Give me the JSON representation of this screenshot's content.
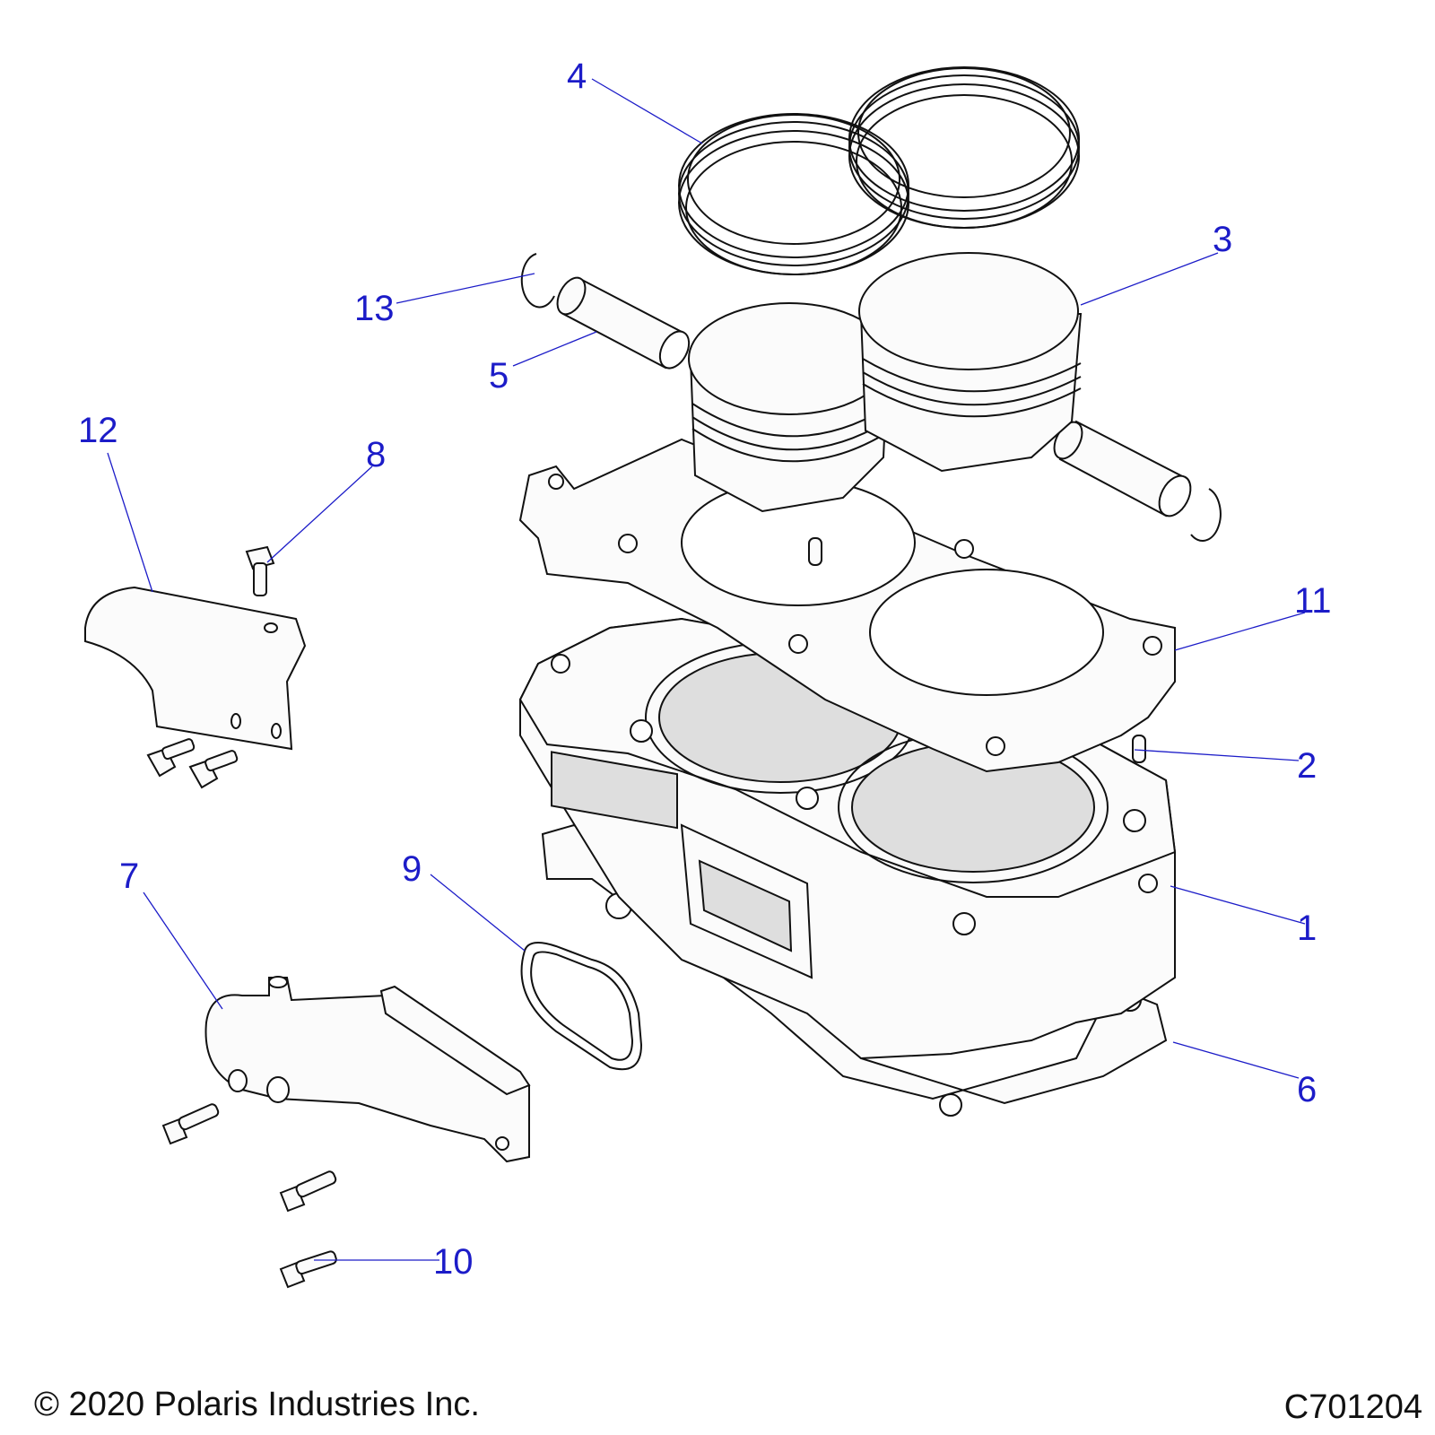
{
  "callouts": [
    {
      "id": "1",
      "label": "1"
    },
    {
      "id": "2",
      "label": "2"
    },
    {
      "id": "3",
      "label": "3"
    },
    {
      "id": "4",
      "label": "4"
    },
    {
      "id": "5",
      "label": "5"
    },
    {
      "id": "6",
      "label": "6"
    },
    {
      "id": "7",
      "label": "7"
    },
    {
      "id": "8",
      "label": "8"
    },
    {
      "id": "9",
      "label": "9"
    },
    {
      "id": "10",
      "label": "10"
    },
    {
      "id": "11",
      "label": "11"
    },
    {
      "id": "12",
      "label": "12"
    },
    {
      "id": "13",
      "label": "13"
    }
  ],
  "footer": {
    "copyright": "© 2020 Polaris Industries Inc.",
    "diagram_code": "C701204"
  },
  "colors": {
    "callout": "#1c1cc8",
    "linework": "#111111",
    "background": "#ffffff"
  }
}
